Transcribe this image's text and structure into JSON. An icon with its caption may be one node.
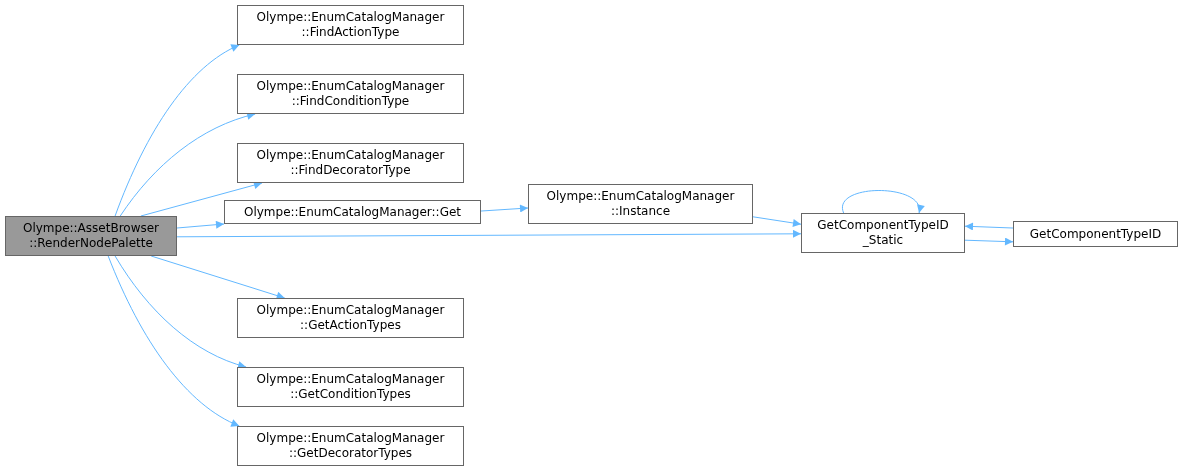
{
  "diagram": {
    "nodes": [
      {
        "text": [
          "Olympe::AssetBrowser ::RenderNodePalette"
        ]
      },
      {
        "text": [
          "Olympe::EnumCatalogManager ::FindActionType"
        ]
      },
      {
        "text": [
          "Olympe::EnumCatalogManager ::FindConditionType"
        ]
      },
      {
        "text": [
          "Olympe::EnumCatalogManager ::FindDecoratorType"
        ]
      },
      {
        "text": [
          "Olympe::EnumCatalogManager::Get"
        ]
      },
      {
        "text": [
          "Olympe::EnumCatalogManager ::Instance"
        ]
      },
      {
        "text": [
          "GetComponentTypeID _Static"
        ]
      },
      {
        "text": [
          "GetComponentTypeID"
        ]
      },
      {
        "text": [
          "Olympe::EnumCatalogManager ::GetActionTypes"
        ]
      },
      {
        "text": [
          "Olympe::EnumCatalogManager ::GetConditionTypes"
        ]
      },
      {
        "text": [
          "Olympe::EnumCatalogManager ::GetDecoratorTypes"
        ]
      }
    ],
    "edges": [
      {
        "from": 0,
        "to": 1,
        "arrow": "to"
      },
      {
        "from": 0,
        "to": 2,
        "arrow": "to"
      },
      {
        "from": 0,
        "to": 3,
        "arrow": "to"
      },
      {
        "from": 0,
        "to": 4,
        "arrow": "to"
      },
      {
        "from": 0,
        "to": 6,
        "arrow": "to"
      },
      {
        "from": 0,
        "to": 8,
        "arrow": "to"
      },
      {
        "from": 0,
        "to": 9,
        "arrow": "to"
      },
      {
        "from": 0,
        "to": 10,
        "arrow": "to"
      },
      {
        "from": 4,
        "to": 5,
        "arrow": "to"
      },
      {
        "from": 5,
        "to": 6,
        "arrow": "to"
      },
      {
        "from": 6,
        "to": 6,
        "arrow": "to"
      },
      {
        "from": 6,
        "to": 7,
        "arrow": "to"
      },
      {
        "from": 7,
        "to": 6,
        "arrow": "to"
      }
    ]
  }
}
